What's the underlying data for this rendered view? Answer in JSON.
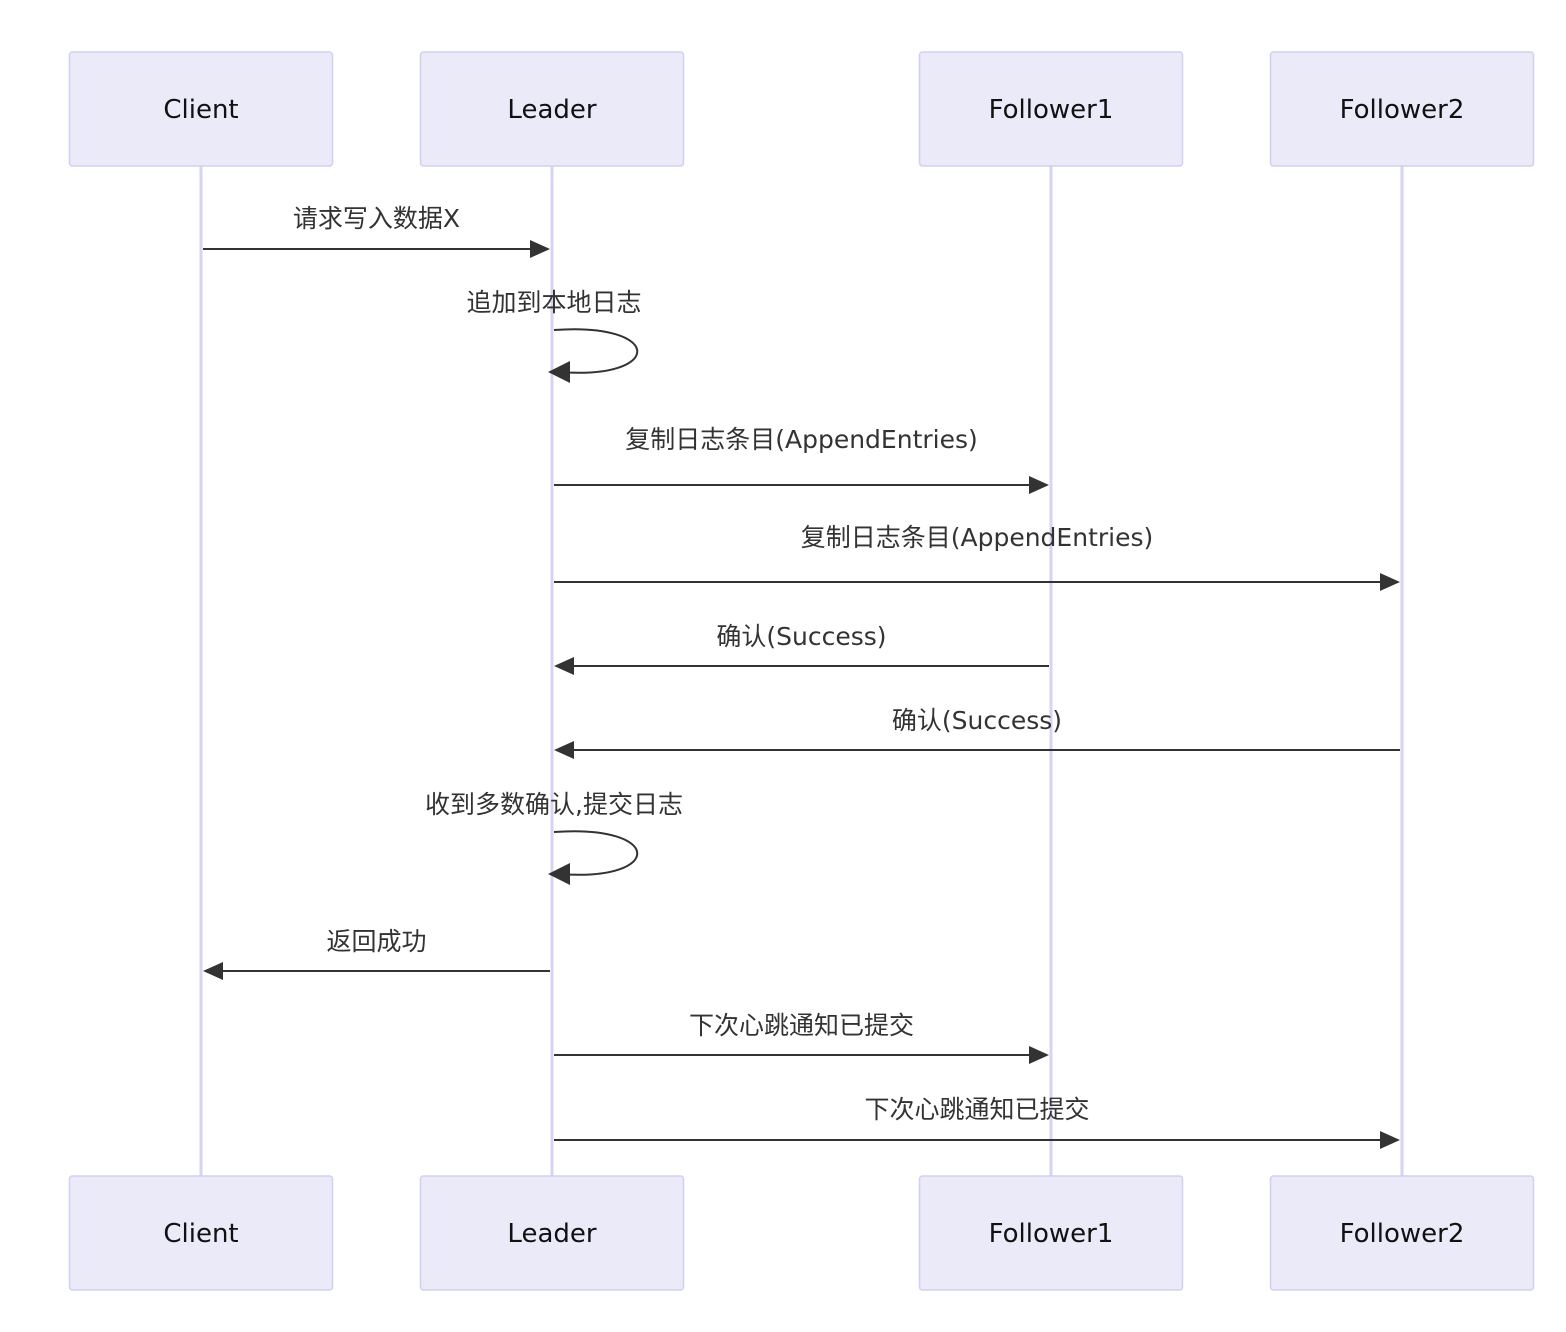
{
  "diagram_type": "sequence",
  "colors": {
    "actor_fill": "#eaeaf9",
    "actor_border": "#d3cff0",
    "lifeline": "#d7d3f3",
    "message": "#333333",
    "text": "#111111"
  },
  "participants": [
    "Client",
    "Leader",
    "Follower1",
    "Follower2"
  ],
  "messages": [
    {
      "from": "Client",
      "to": "Leader",
      "label": "请求写入数据X"
    },
    {
      "from": "Leader",
      "to": "Leader",
      "label": "追加到本地日志"
    },
    {
      "from": "Leader",
      "to": "Follower1",
      "label": "复制日志条目(AppendEntries)"
    },
    {
      "from": "Leader",
      "to": "Follower2",
      "label": "复制日志条目(AppendEntries)"
    },
    {
      "from": "Follower1",
      "to": "Leader",
      "label": "确认(Success)"
    },
    {
      "from": "Follower2",
      "to": "Leader",
      "label": "确认(Success)"
    },
    {
      "from": "Leader",
      "to": "Leader",
      "label": "收到多数确认,提交日志"
    },
    {
      "from": "Leader",
      "to": "Client",
      "label": "返回成功"
    },
    {
      "from": "Leader",
      "to": "Follower1",
      "label": "下次心跳通知已提交"
    },
    {
      "from": "Leader",
      "to": "Follower2",
      "label": "下次心跳通知已提交"
    }
  ]
}
